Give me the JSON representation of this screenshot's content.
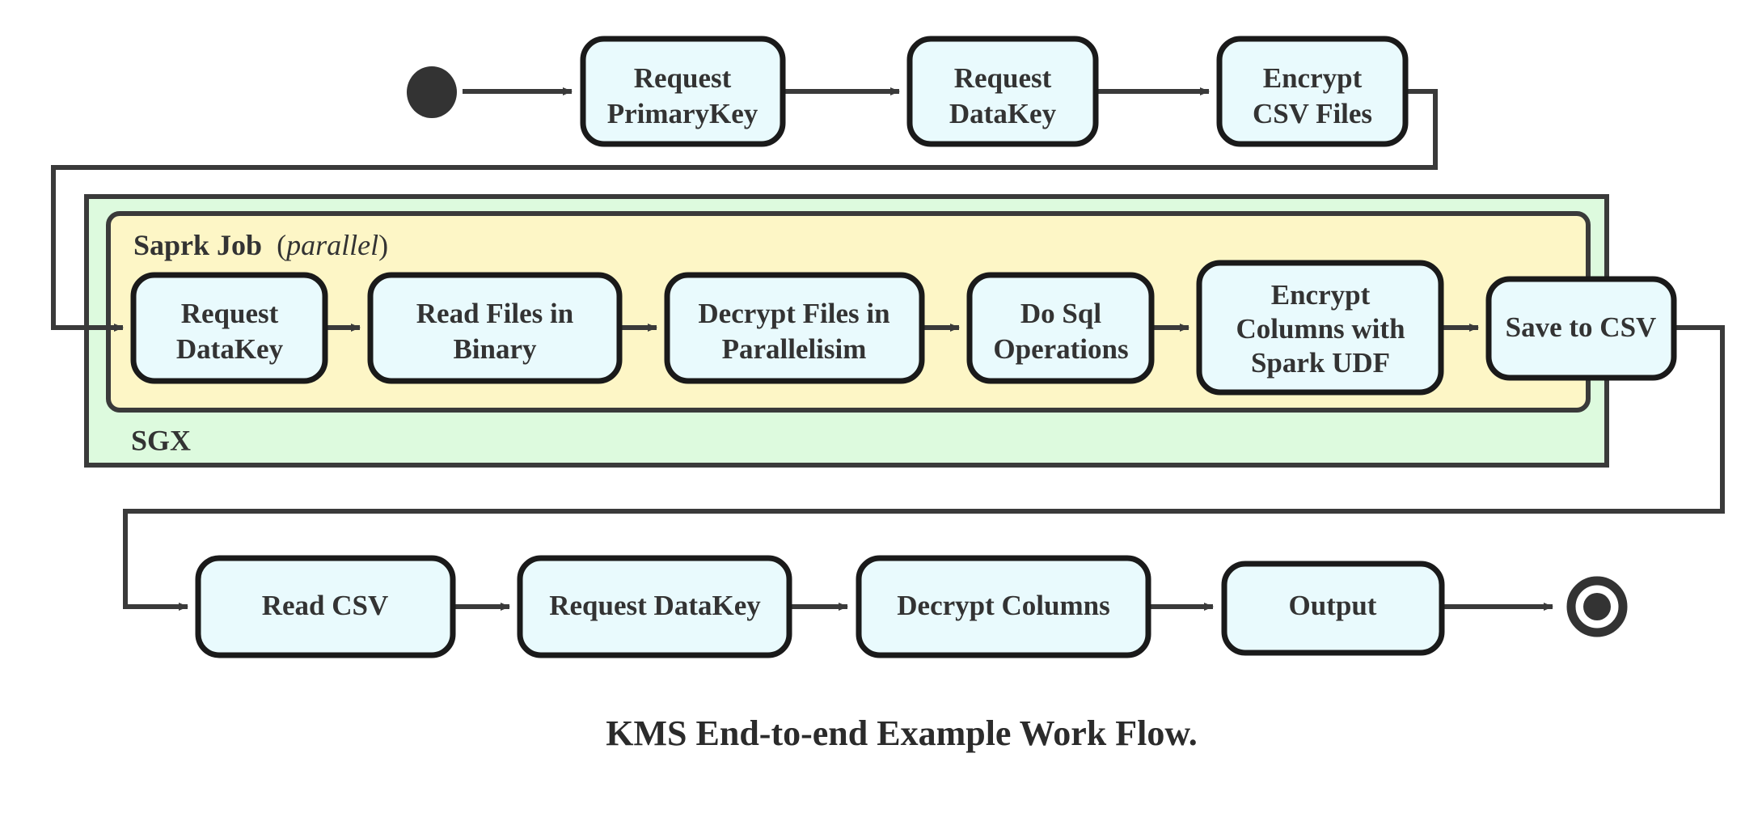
{
  "diagram": {
    "caption": "KMS End-to-end Example Work Flow.",
    "colors": {
      "node_fill": "#e9fafd",
      "node_stroke": "#1a1a1a",
      "sgx_fill": "#ddfade",
      "spark_fill": "#fdf6c6",
      "container_stroke": "#3a3a3a",
      "edge": "#3a3a3a",
      "text": "#333333"
    },
    "start_node": {
      "name": "start"
    },
    "end_node": {
      "name": "end"
    },
    "containers": [
      {
        "id": "sgx",
        "label": "SGX"
      },
      {
        "id": "spark",
        "label_bold": "Saprk Job",
        "label_paren_open": "(",
        "label_italic": "parallel",
        "label_paren_close": ")"
      }
    ],
    "rows": [
      {
        "id": "top-row",
        "nodes": [
          {
            "id": "request-primarykey",
            "lines": [
              "Request",
              "PrimaryKey"
            ]
          },
          {
            "id": "request-datakey-top",
            "lines": [
              "Request",
              "DataKey"
            ]
          },
          {
            "id": "encrypt-csv-files",
            "lines": [
              "Encrypt",
              "CSV Files"
            ]
          }
        ]
      },
      {
        "id": "spark-row",
        "nodes": [
          {
            "id": "request-datakey-spark",
            "lines": [
              "Request",
              "DataKey"
            ]
          },
          {
            "id": "read-files-in-binary",
            "lines": [
              "Read Files in",
              "Binary"
            ]
          },
          {
            "id": "decrypt-files-in-parallelisim",
            "lines": [
              "Decrypt Files in",
              "Parallelisim"
            ]
          },
          {
            "id": "do-sql-operations",
            "lines": [
              "Do Sql",
              "Operations"
            ]
          },
          {
            "id": "encrypt-columns-with-spark-udf",
            "lines": [
              "Encrypt",
              "Columns with",
              "Spark UDF"
            ]
          },
          {
            "id": "save-to-csv",
            "lines": [
              "Save to CSV"
            ]
          }
        ]
      },
      {
        "id": "bottom-row",
        "nodes": [
          {
            "id": "read-csv",
            "lines": [
              "Read CSV"
            ]
          },
          {
            "id": "request-datakey-bottom",
            "lines": [
              "Request DataKey"
            ]
          },
          {
            "id": "decrypt-columns",
            "lines": [
              "Decrypt Columns"
            ]
          },
          {
            "id": "output",
            "lines": [
              "Output"
            ]
          }
        ]
      }
    ]
  }
}
